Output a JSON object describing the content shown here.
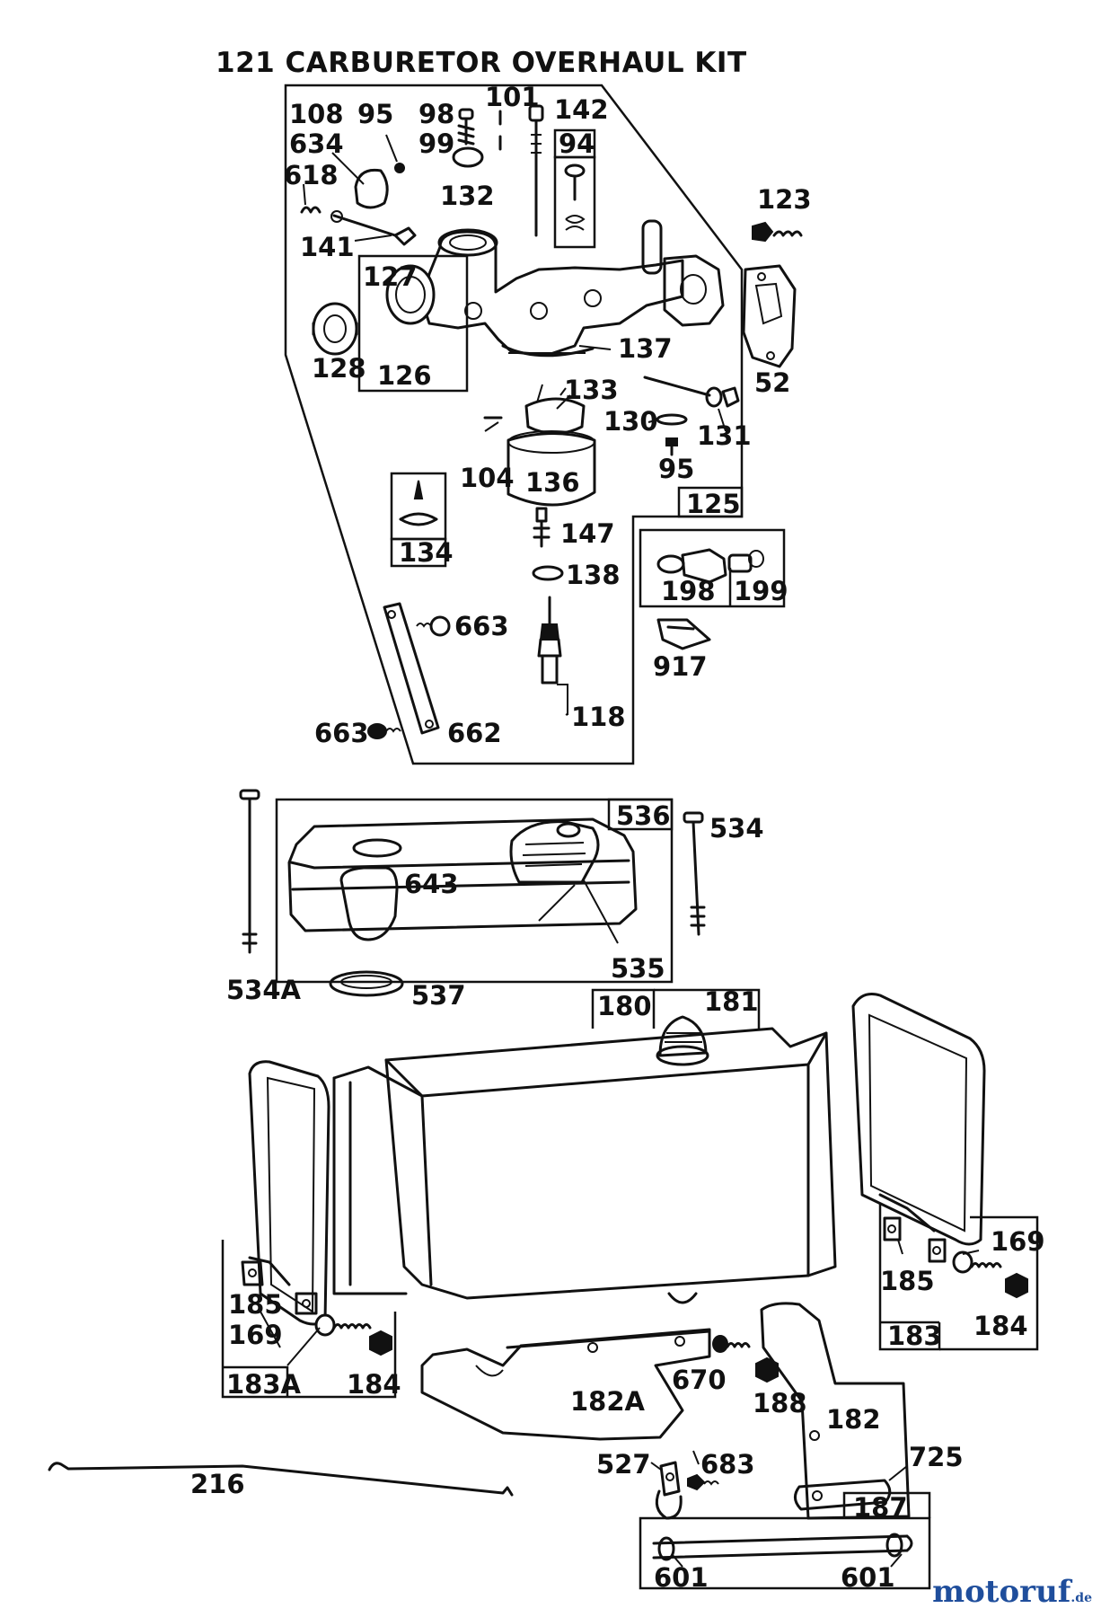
{
  "title": "121 CARBURETOR OVERHAUL KIT",
  "watermark": {
    "name": "motoruf",
    "suffix": ".de"
  },
  "labels": {
    "l108": "108",
    "l634": "634",
    "l95a": "95",
    "l98": "98",
    "l99": "99",
    "l101": "101",
    "l142": "142",
    "l94": "94",
    "l132": "132",
    "l618": "618",
    "l141": "141",
    "l123": "123",
    "l127": "127",
    "l128": "128",
    "l126": "126",
    "l137": "137",
    "l52": "52",
    "l133": "133",
    "l130": "130",
    "l131": "131",
    "l104": "104",
    "l136": "136",
    "l95b": "95",
    "l125": "125",
    "l134": "134",
    "l147": "147",
    "l138": "138",
    "l198": "198",
    "l199": "199",
    "l917": "917",
    "l663a": "663",
    "l663b": "663",
    "l662": "662",
    "l118": "118",
    "l536": "536",
    "l534": "534",
    "l643": "643",
    "l535": "535",
    "l534a": "534A",
    "l537": "537",
    "l180": "180",
    "l181": "181",
    "l185a": "185",
    "l169a": "169",
    "l183a": "183A",
    "l184a": "184",
    "l185b": "185",
    "l169b": "169",
    "l183": "183",
    "l184b": "184",
    "l182a": "182A",
    "l670": "670",
    "l188": "188",
    "l182": "182",
    "l216": "216",
    "l527": "527",
    "l683": "683",
    "l725": "725",
    "l187": "187",
    "l601a": "601",
    "l601b": "601"
  }
}
